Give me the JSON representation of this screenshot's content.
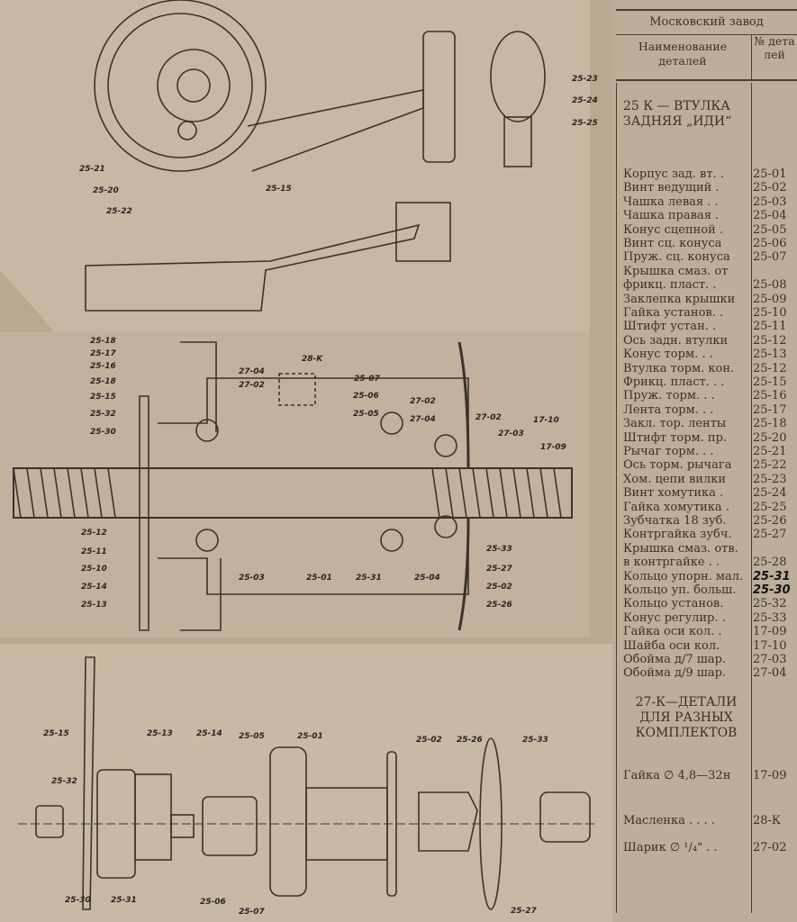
{
  "table": {
    "header": "Московский завод",
    "col_name": "Наименование деталей",
    "col_number": "№ деталей",
    "section1_title": "25 К — ВТУЛКА ЗАДНЯЯ „ИДИ“",
    "section1_rows": [
      {
        "name": "Корпус зад. вт. .",
        "code": "25-01"
      },
      {
        "name": "Винт ведущий  .",
        "code": "25-02"
      },
      {
        "name": "Чашка левая . .",
        "code": "25-03"
      },
      {
        "name": "Чашка правая  .",
        "code": "25-04"
      },
      {
        "name": "Конус сцепной .",
        "code": "25-05"
      },
      {
        "name": "Винт сц. конуса",
        "code": "25-06"
      },
      {
        "name": "Пруж. сц. конуса",
        "code": "25-07"
      },
      {
        "name": "Крышка смаз. от",
        "code": ""
      },
      {
        "name": "  фрикц. пласт. .",
        "code": "25-08"
      },
      {
        "name": "Заклепка крышки",
        "code": "25-09"
      },
      {
        "name": "Гайка установ. .",
        "code": "25-10"
      },
      {
        "name": "Штифт устан.  .",
        "code": "25-11"
      },
      {
        "name": "Ось задн. втулки",
        "code": "25-12"
      },
      {
        "name": "Конус торм.  . .",
        "code": "25-13"
      },
      {
        "name": "Втулка торм. кон.",
        "code": "25-12"
      },
      {
        "name": "Фрикц. пласт. . .",
        "code": "25-15"
      },
      {
        "name": "Пруж. торм.  . .",
        "code": "25-16"
      },
      {
        "name": "Лента торм.  . .",
        "code": "25-17"
      },
      {
        "name": "Закл. тор. ленты",
        "code": "25-18"
      },
      {
        "name": "Штифт торм. пр.",
        "code": "25-20"
      },
      {
        "name": "Рычаг торм.  . .",
        "code": "25-21"
      },
      {
        "name": "Ось торм. рычага",
        "code": "25-22"
      },
      {
        "name": "Хом. цепи вилки",
        "code": "25-23"
      },
      {
        "name": "Винт хомутика  .",
        "code": "25-24"
      },
      {
        "name": "Гайка хомутика .",
        "code": "25-25"
      },
      {
        "name": "Зубчатка 18 зуб.",
        "code": "25-26"
      },
      {
        "name": "Контргайка зубч.",
        "code": "25-27"
      },
      {
        "name": "Крышка смаз. отв.",
        "code": ""
      },
      {
        "name": "  в контргайке . .",
        "code": "25-28"
      },
      {
        "name": "Кольцо упорн. мал.",
        "code": "25-31",
        "hand": true
      },
      {
        "name": "Кольцо уп. больш.",
        "code": "25-30",
        "hand": true
      },
      {
        "name": "Кольцо установ.",
        "code": "25-32"
      },
      {
        "name": "Конус регулир. .",
        "code": "25-33"
      },
      {
        "name": "Гайка оси кол.  .",
        "code": "17-09"
      },
      {
        "name": "Шайба оси кол.",
        "code": "17-10"
      },
      {
        "name": "Обойма д/7 шар.",
        "code": "27-03"
      },
      {
        "name": "Обойма д/9 шар.",
        "code": "27-04"
      }
    ],
    "section2_title": "27-К—ДЕТАЛИ ДЛЯ РАЗНЫХ КОМПЛЕКТОВ",
    "section2_rows": [
      {
        "name": "Гайка ∅ 4,8—32н",
        "code": "17-09"
      },
      {
        "name": "Масленка . . . .",
        "code": "28-К"
      },
      {
        "name": "Шарик ∅ ¹/₄\" . .",
        "code": "27-02"
      }
    ]
  },
  "drawing_labels": {
    "top": [
      "25-23",
      "25-24",
      "25-25",
      "25-21",
      "25-20",
      "25-22",
      "25-15"
    ],
    "middle": [
      "25-18",
      "25-17",
      "25-16",
      "25-18",
      "25-15",
      "25-32",
      "25-30",
      "28-K",
      "25-07",
      "25-06",
      "25-05",
      "27-04",
      "27-02",
      "27-02",
      "27-04",
      "27-02",
      "27-03",
      "17-10",
      "17-09",
      "25-12",
      "25-11",
      "25-10",
      "25-14",
      "25-13",
      "25-03",
      "25-01",
      "25-31",
      "25-04",
      "25-33",
      "25-27",
      "25-02",
      "25-26"
    ],
    "bottom": [
      "25-15",
      "25-13",
      "25-14",
      "25-05",
      "25-01",
      "25-02",
      "25-26",
      "25-33",
      "25-32",
      "25-30",
      "25-31",
      "25-06",
      "25-07",
      "25-27"
    ]
  }
}
